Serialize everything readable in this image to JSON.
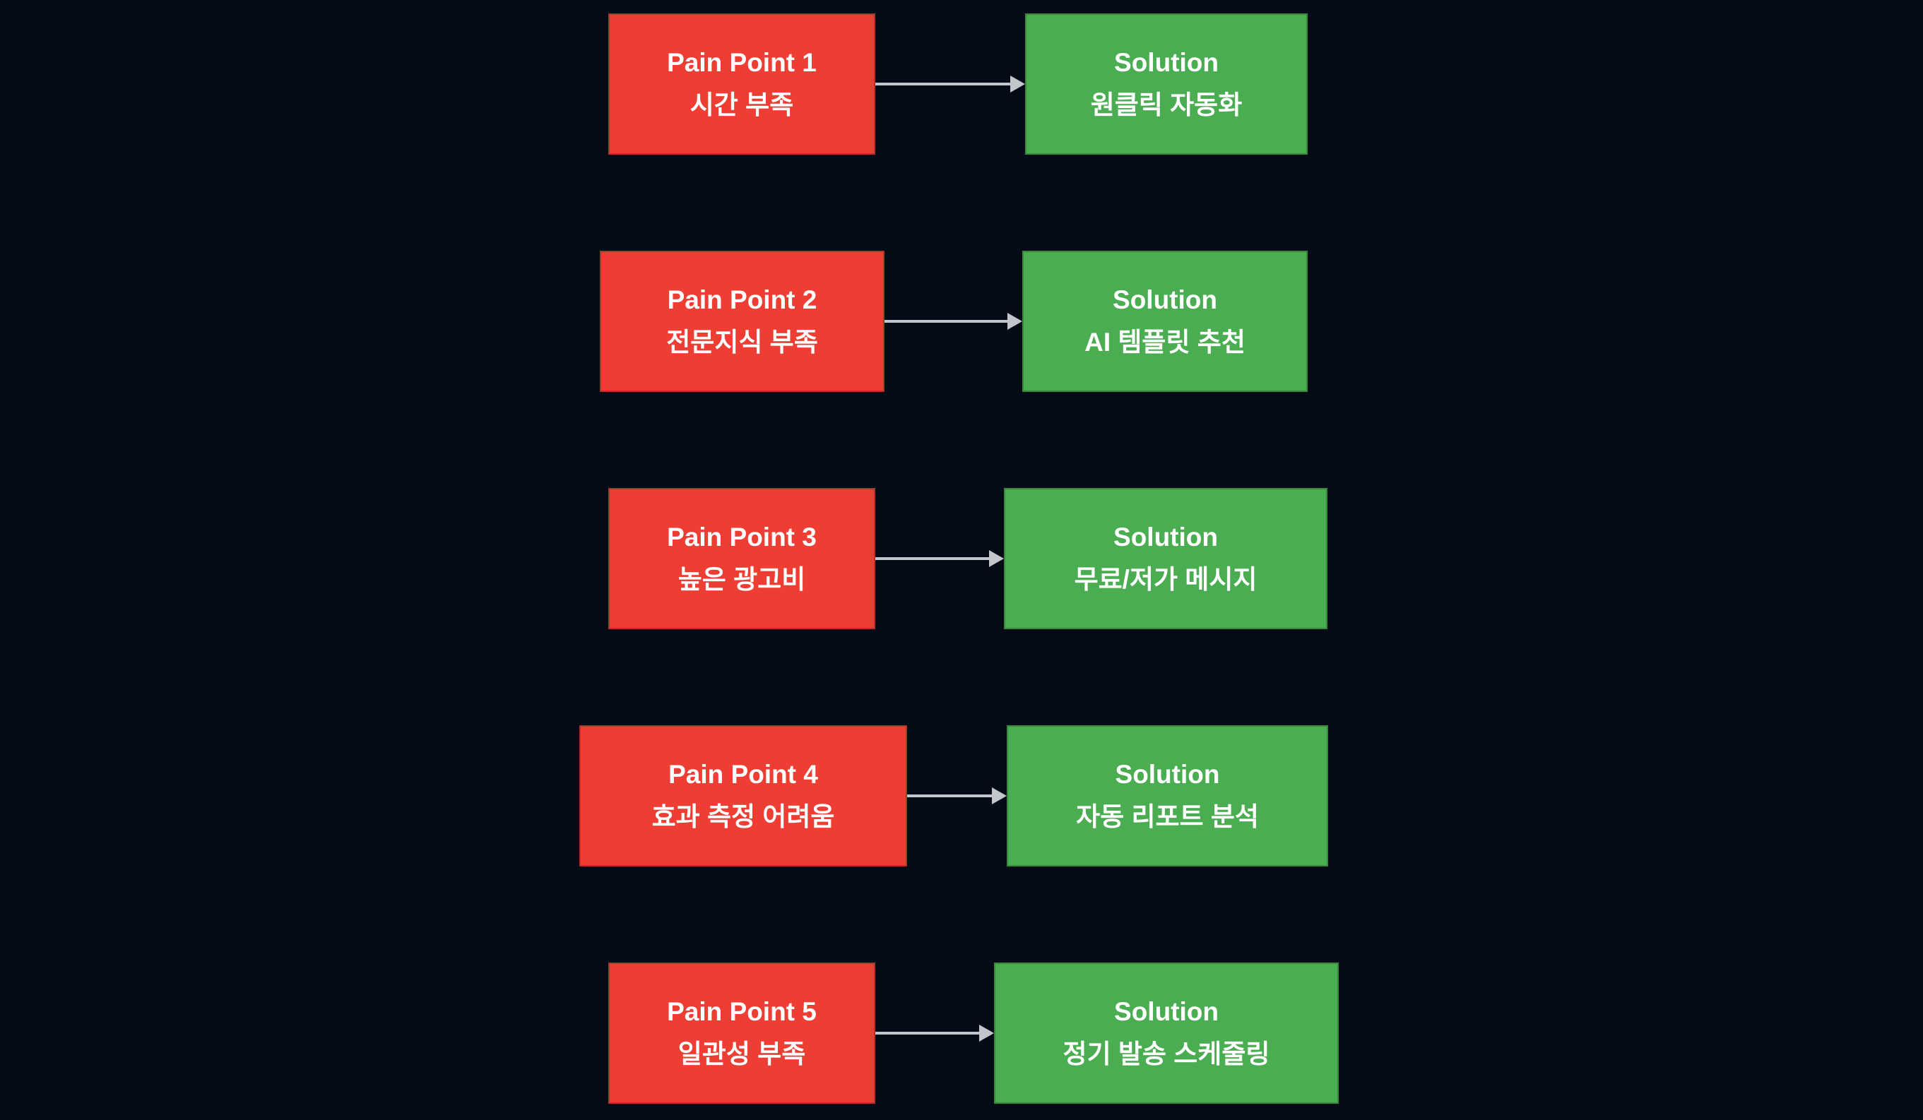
{
  "colors": {
    "background": "#050b16",
    "pain_fill": "#ee3e33",
    "pain_border": "#b23329",
    "solution_fill": "#4bad51",
    "solution_border": "#358a3c",
    "arrow": "#c3c6ca",
    "text": "#ffffff"
  },
  "diagram": {
    "rows": [
      {
        "pain": {
          "title": "Pain Point 1",
          "subtitle": "시간 부족"
        },
        "solution": {
          "title": "Solution",
          "subtitle": "원클릭 자동화"
        }
      },
      {
        "pain": {
          "title": "Pain Point 2",
          "subtitle": "전문지식 부족"
        },
        "solution": {
          "title": "Solution",
          "subtitle": "AI 템플릿 추천"
        }
      },
      {
        "pain": {
          "title": "Pain Point 3",
          "subtitle": "높은 광고비"
        },
        "solution": {
          "title": "Solution",
          "subtitle": "무료/저가 메시지"
        }
      },
      {
        "pain": {
          "title": "Pain Point 4",
          "subtitle": "효과 측정 어려움"
        },
        "solution": {
          "title": "Solution",
          "subtitle": "자동 리포트 분석"
        }
      },
      {
        "pain": {
          "title": "Pain Point 5",
          "subtitle": "일관성 부족"
        },
        "solution": {
          "title": "Solution",
          "subtitle": "정기 발송 스케줄링"
        }
      }
    ]
  }
}
